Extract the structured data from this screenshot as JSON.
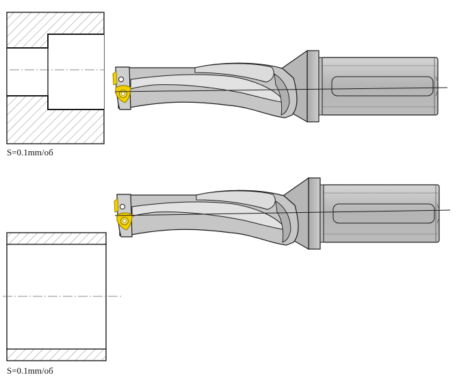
{
  "panels": [
    {
      "id": "top",
      "feed_label": "S=0.1mm/об"
    },
    {
      "id": "bottom",
      "feed_label": "S=0.1mm/об"
    }
  ],
  "colors": {
    "outline": "#1a1a1a",
    "hatch": "#8a8a8a",
    "tool_body": "#c8c8c8",
    "tool_light": "#e6e6e6",
    "tool_dark": "#a8a8a8",
    "insert": "#f2d000",
    "insert_edge": "#9a8400",
    "center_line": "#666666"
  }
}
